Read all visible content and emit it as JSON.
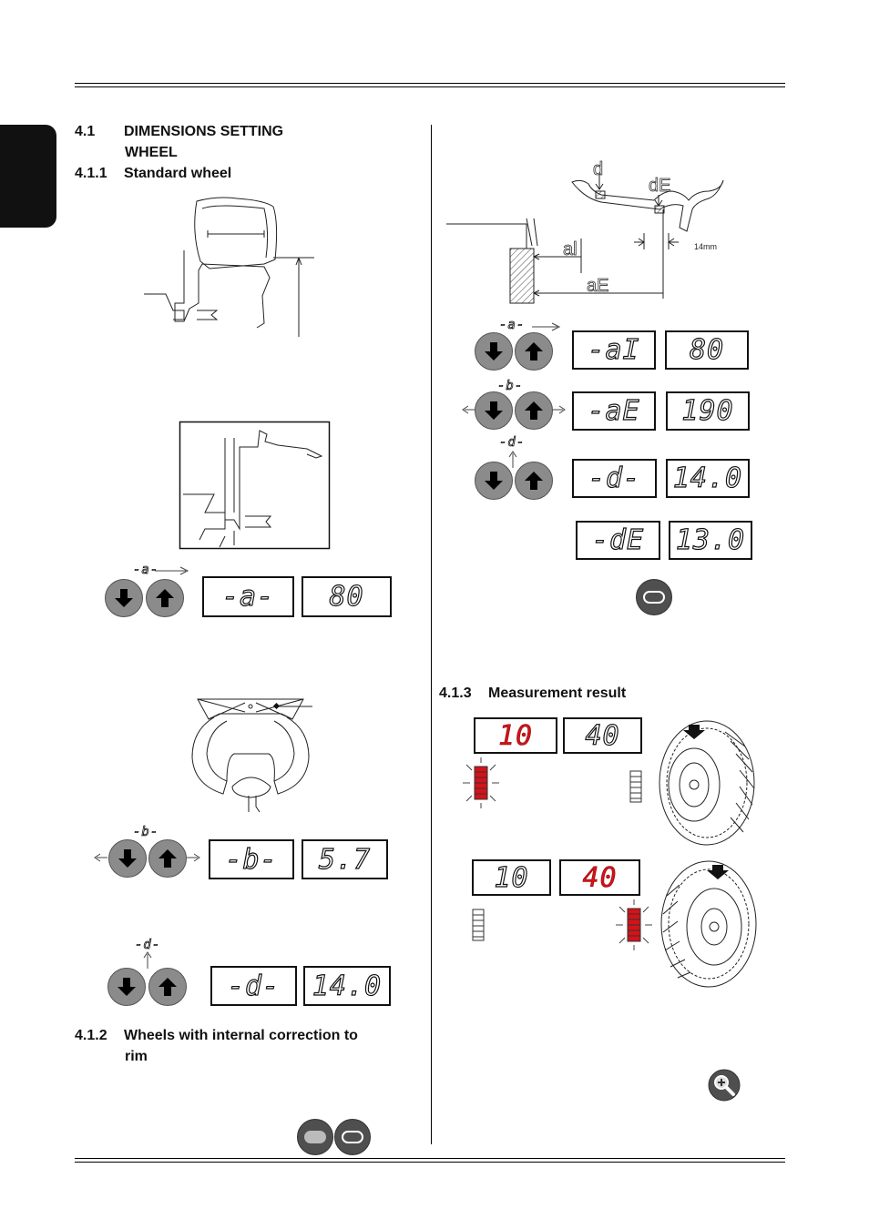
{
  "sections": {
    "s41": {
      "num": "4.1",
      "title_line1": "DIMENSIONS SETTING",
      "title_line2": "WHEEL"
    },
    "s411": {
      "num": "4.1.1",
      "title": "Standard wheel"
    },
    "s412": {
      "num": "4.1.2",
      "title_line1": "Wheels with internal correction to",
      "title_line2": "rim"
    },
    "s413": {
      "num": "4.1.3",
      "title": "Measurement result"
    }
  },
  "figure_labels": {
    "d": "d",
    "dE": "dE",
    "al": "al",
    "aE": "aE",
    "gap": "14mm"
  },
  "key_tags": {
    "a": "-a-",
    "b": "-b-",
    "d": "-d-"
  },
  "displays": {
    "left_a": {
      "left": "-a-",
      "right": "80"
    },
    "left_b": {
      "left": "-b-",
      "right": "5.7"
    },
    "left_d": {
      "left": "-d-",
      "right": "14.0"
    },
    "right_ai": {
      "left": "-aI",
      "right": "80"
    },
    "right_ae": {
      "left": "-aE",
      "right": "190"
    },
    "right_d": {
      "left": "-d-",
      "right": "14.0"
    },
    "right_de": {
      "left": "-dE",
      "right": "13.0"
    },
    "result1": {
      "left": "10",
      "right": "40",
      "active": "left"
    },
    "result2": {
      "left": "10",
      "right": "40",
      "active": "right"
    }
  },
  "colors": {
    "led_active": "#d41318",
    "button_gray": "#8b8b8b",
    "key_dark": "#4f4f4f"
  },
  "icons": [
    "down-arrow-icon",
    "up-arrow-icon",
    "oval-key-icon",
    "magnifier-icon",
    "tire-icon"
  ]
}
